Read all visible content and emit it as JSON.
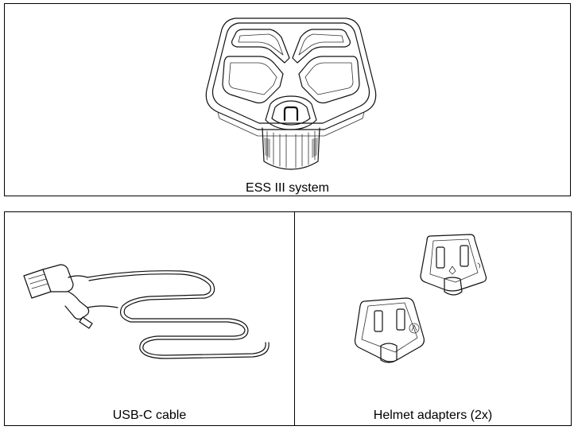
{
  "top_panel": {
    "caption": "ESS III system",
    "icon": "ess-iii-device-illustration"
  },
  "bottom_left_panel": {
    "caption": "USB-C cable",
    "icon": "usb-c-cable-illustration"
  },
  "bottom_right_panel": {
    "caption": "Helmet adapters (2x)",
    "icon": "helmet-adapters-illustration"
  }
}
